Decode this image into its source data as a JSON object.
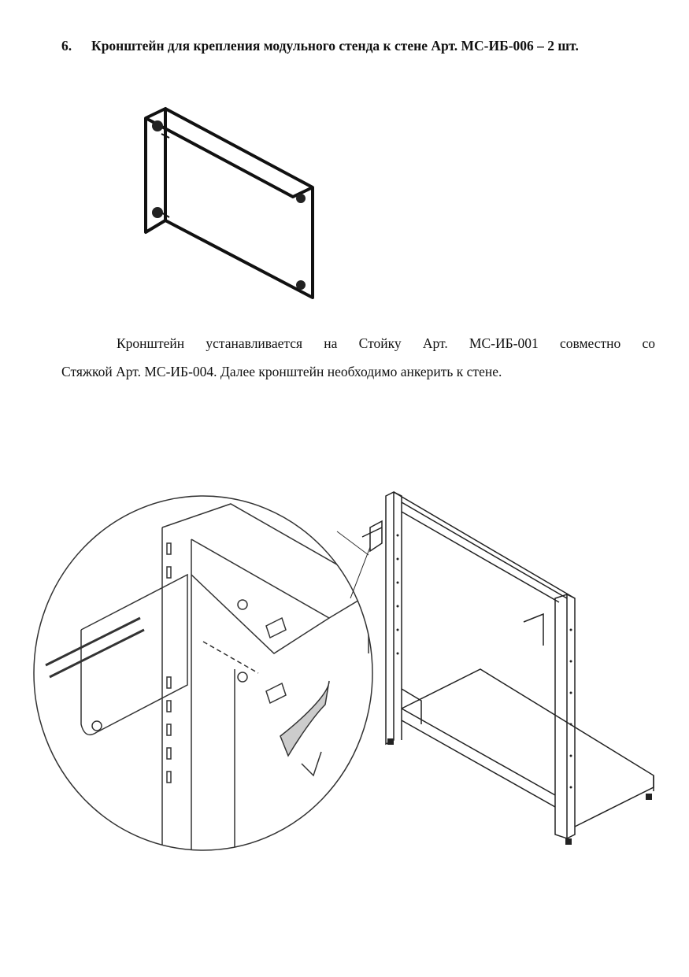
{
  "section": {
    "number": "6.",
    "title": "Кронштейн для крепления модульного стенда к стене Арт. МС-ИБ-006 – 2 шт."
  },
  "body": {
    "line1": "Кронштейн устанавливается на Стойку Арт. МС-ИБ-001 совместно со",
    "line2": "Стяжкой Арт. МС-ИБ-004. Далее кронштейн необходимо анкерить к стене."
  }
}
